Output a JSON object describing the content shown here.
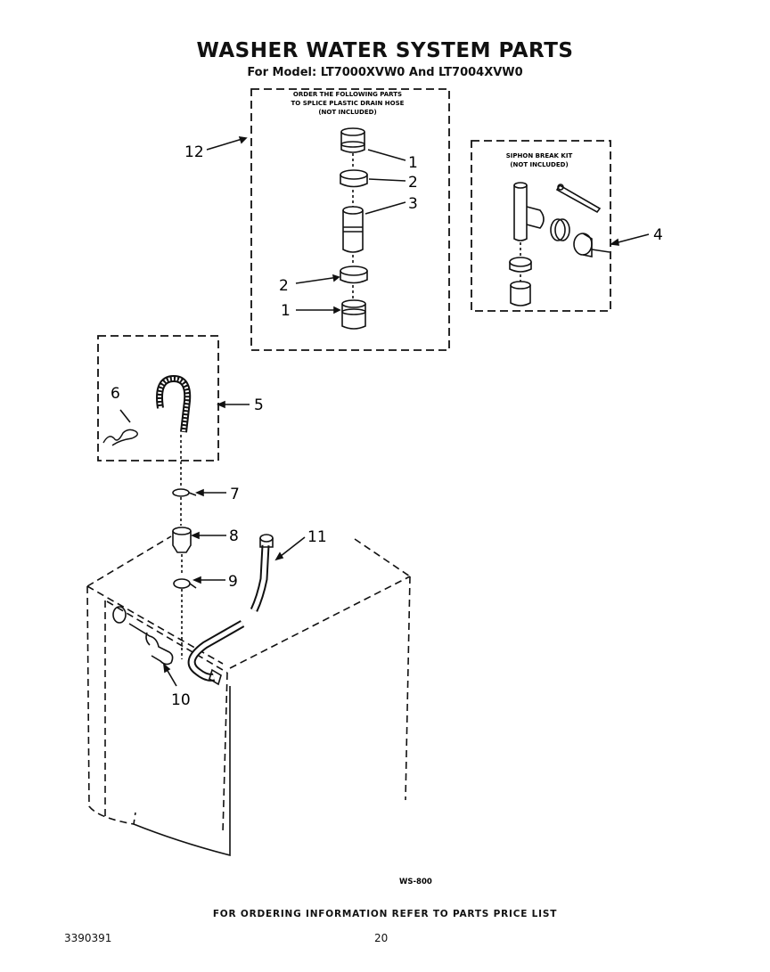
{
  "title": "WASHER WATER SYSTEM PARTS",
  "subtitle": "For Model: LT7000XVW0 And LT7004XVW0",
  "splice_note": [
    "ORDER THE FOLLOWING PARTS",
    "TO SPLICE PLASTIC DRAIN HOSE",
    "(NOT INCLUDED)"
  ],
  "siphon_note": [
    "SIPHON BREAK KIT",
    "(NOT INCLUDED)"
  ],
  "callouts": {
    "c1a": "1",
    "c2a": "2",
    "c3": "3",
    "c2b": "2",
    "c1b": "1",
    "c12": "12",
    "c4": "4",
    "c5": "5",
    "c6": "6",
    "c7": "7",
    "c8": "8",
    "c9": "9",
    "c10": "10",
    "c11": "11"
  },
  "drawing_code": "WS-800",
  "footer": "FOR ORDERING INFORMATION REFER TO PARTS PRICE LIST",
  "doc_number": "3390391",
  "page_number": "20"
}
